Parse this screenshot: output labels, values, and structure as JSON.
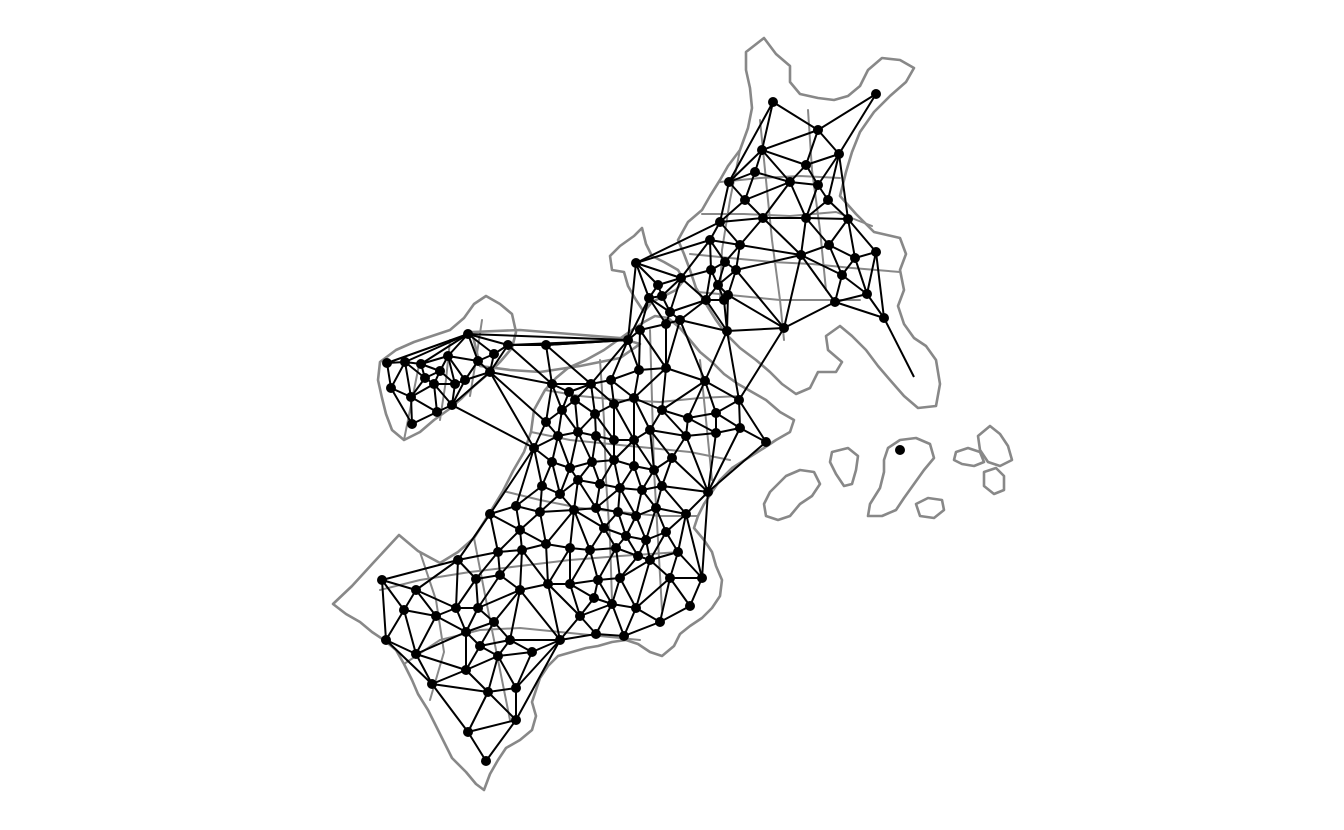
{
  "map": {
    "type": "neighbour-network-over-region-boundaries",
    "outline_color": "#888888",
    "edge_color": "#000000",
    "node_color": "#000000",
    "background": "#ffffff",
    "axes": "none",
    "legend": "none"
  }
}
